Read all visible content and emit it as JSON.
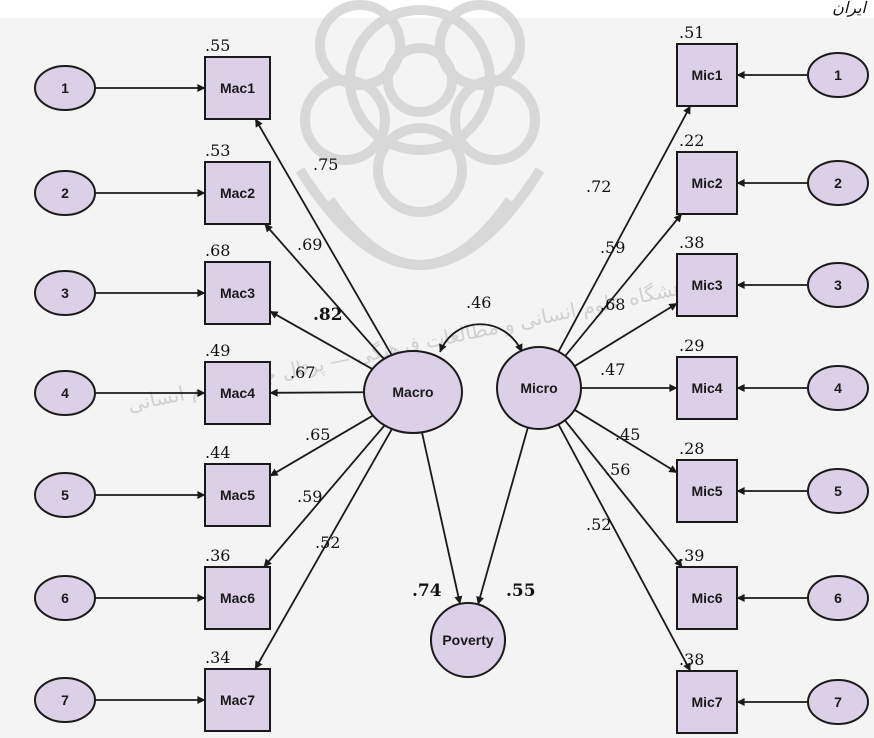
{
  "corner_mark": "ایران",
  "colors": {
    "background": "#f4f4f4",
    "node_fill": "#dcd0e6",
    "stroke": "#1a1a1a",
    "watermark": "#d4d4d4"
  },
  "watermark_text": "پژوهشگاه علوم انسانی و مطالعات فرهنگی — پرتال جامع علوم انسانی",
  "latent": {
    "macro": "Macro",
    "micro": "Micro",
    "poverty": "Poverty"
  },
  "correlation": ".46",
  "poverty_paths": {
    "macro": ".74",
    "micro": ".55"
  },
  "macro_indicators": [
    {
      "label": "Mac1",
      "error": "1",
      "loading": ".75",
      "r2": ".55"
    },
    {
      "label": "Mac2",
      "error": "2",
      "loading": ".69",
      "r2": ".53"
    },
    {
      "label": "Mac3",
      "error": "3",
      "loading": ".82",
      "r2": ".68"
    },
    {
      "label": "Mac4",
      "error": "4",
      "loading": ".67",
      "r2": ".49"
    },
    {
      "label": "Mac5",
      "error": "5",
      "loading": ".65",
      "r2": ".44"
    },
    {
      "label": "Mac6",
      "error": "6",
      "loading": ".59",
      "r2": ".36"
    },
    {
      "label": "Mac7",
      "error": "7",
      "loading": ".52",
      "r2": ".34"
    }
  ],
  "micro_indicators": [
    {
      "label": "Mic1",
      "error": "1",
      "loading": ".72",
      "r2": ".51"
    },
    {
      "label": "Mic2",
      "error": "2",
      "loading": ".59",
      "r2": ".22"
    },
    {
      "label": "Mic3",
      "error": "3",
      "loading": ".68",
      "r2": ".38"
    },
    {
      "label": "Mic4",
      "error": "4",
      "loading": ".47",
      "r2": ".29"
    },
    {
      "label": "Mic5",
      "error": "5",
      "loading": ".45",
      "r2": ".28"
    },
    {
      "label": "Mic6",
      "error": "6",
      "loading": ".56",
      "r2": ".39"
    },
    {
      "label": "Mic7",
      "error": "7",
      "loading": ".52",
      "r2": ".38"
    }
  ]
}
